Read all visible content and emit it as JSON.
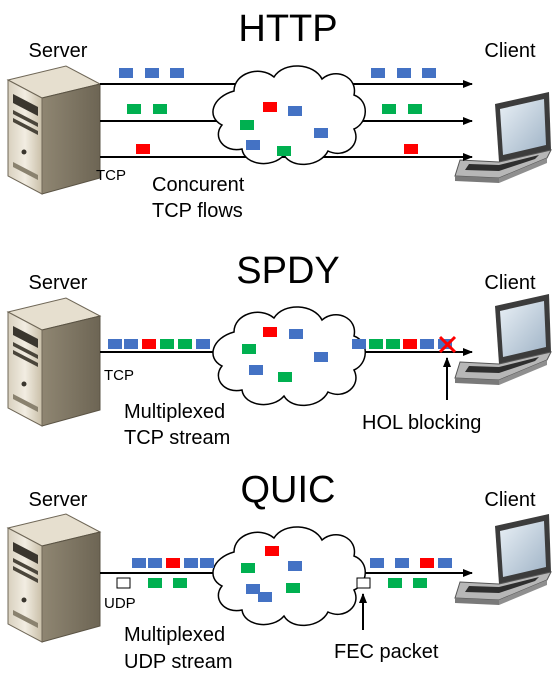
{
  "colors": {
    "blue": "#4472c4",
    "green": "#00b050",
    "red": "#ff0000",
    "line": "#000000"
  },
  "http": {
    "title": "HTTP",
    "server_label": "Server",
    "client_label": "Client",
    "protocol_label": "TCP",
    "caption_line1": "Concurent",
    "caption_line2": "TCP flows"
  },
  "spdy": {
    "title": "SPDY",
    "server_label": "Server",
    "client_label": "Client",
    "protocol_label": "TCP",
    "caption_line1": "Multiplexed",
    "caption_line2": "TCP stream",
    "annotation": "HOL blocking"
  },
  "quic": {
    "title": "QUIC",
    "server_label": "Server",
    "client_label": "Client",
    "protocol_label": "UDP",
    "caption_line1": "Multiplexed",
    "caption_line2": "UDP stream",
    "annotation": "FEC packet"
  }
}
